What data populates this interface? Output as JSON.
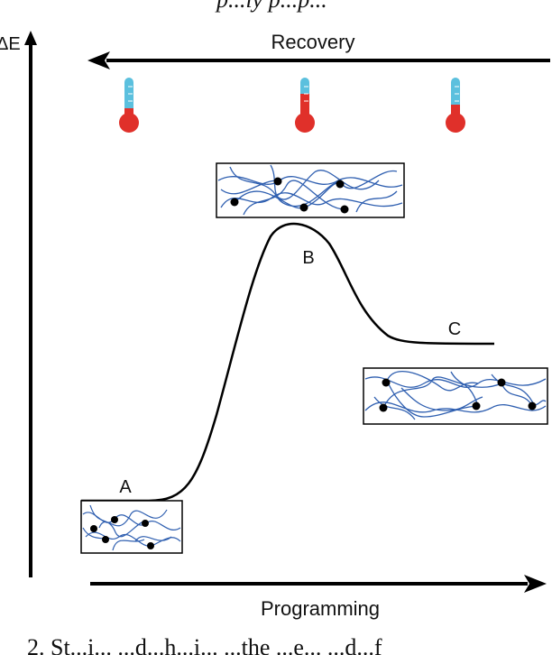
{
  "top_fragment": "p...ly p...p...",
  "y_axis_label": "ΔE",
  "recovery_label": "Recovery",
  "programming_label": "Programming",
  "state_labels": {
    "a": "A",
    "b": "B",
    "c": "C"
  },
  "caption_fragment": "2.  St...i... ...d...h...i... ...the ...e... ...d...f",
  "colors": {
    "network_chains": "#2f5fb0",
    "crosslink": "#000000",
    "thermometer_red": "#e0302a",
    "thermometer_blue": "#5bc0de",
    "axis": "#000000"
  },
  "thermometers": [
    {
      "name": "thermometer-left",
      "level": 0.25
    },
    {
      "name": "thermometer-center",
      "level": 0.55
    },
    {
      "name": "thermometer-right",
      "level": 0.35
    }
  ]
}
